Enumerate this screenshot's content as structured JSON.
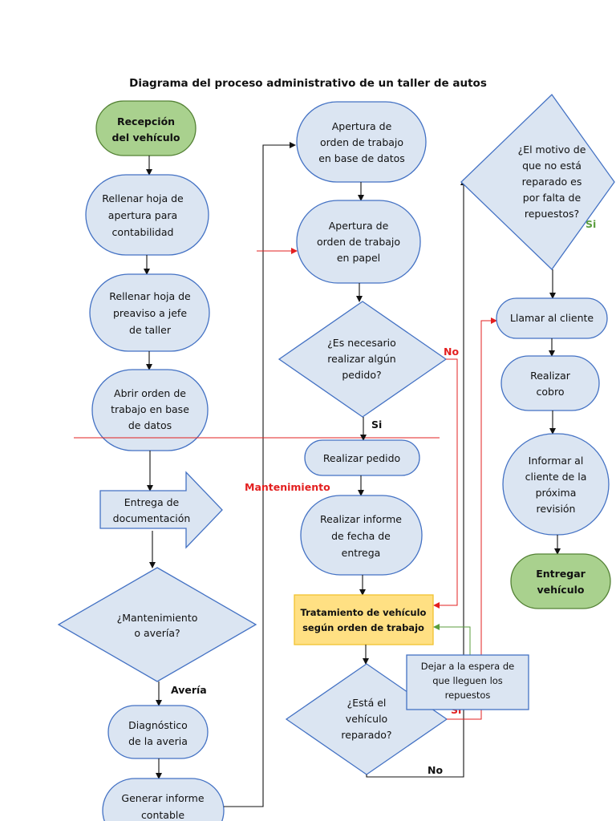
{
  "title": "Diagrama del proceso administrativo de un taller de autos",
  "nodes": {
    "recepcion": [
      "Recepción",
      "del vehículo"
    ],
    "hoja_apertura": [
      "Rellenar hoja de",
      "apertura para",
      "contabilidad"
    ],
    "hoja_preaviso": [
      "Rellenar hoja de",
      "preaviso a jefe",
      "de taller"
    ],
    "abrir_orden": [
      "Abrir orden de",
      "trabajo en base",
      "de datos"
    ],
    "entrega_doc": [
      "Entrega de",
      "documentación"
    ],
    "mant_averia": [
      "¿Mantenimiento",
      "o avería?"
    ],
    "diagnostico": [
      "Diagnóstico",
      "de la averia"
    ],
    "informe_contable": [
      "Generar informe",
      "contable"
    ],
    "apertura_bd": [
      "Apertura de",
      "orden de trabajo",
      "en base de datos"
    ],
    "apertura_papel": [
      "Apertura de",
      "orden de trabajo",
      "en papel"
    ],
    "pedido_q": [
      "¿Es necesario",
      "realizar algún",
      "pedido?"
    ],
    "realizar_pedido": [
      "Realizar pedido"
    ],
    "informe_fecha": [
      "Realizar informe",
      "de fecha de",
      "entrega"
    ],
    "tratamiento": [
      "Tratamiento de vehículo",
      "según orden de trabajo"
    ],
    "reparado_q": [
      "¿Está el",
      "vehículo",
      "reparado?"
    ],
    "espera": [
      "Dejar a la espera de",
      "que lleguen los",
      "repuestos"
    ],
    "motivo_q": [
      "¿El motivo de",
      "que no está",
      "reparado es",
      "por falta de",
      "repuestos?"
    ],
    "llamar": [
      "Llamar al cliente"
    ],
    "cobro": [
      "Realizar",
      "cobro"
    ],
    "informar": [
      "Informar al",
      "cliente de la",
      "próxima",
      "revisión"
    ],
    "entregar": [
      "Entregar",
      "vehículo"
    ]
  },
  "labels": {
    "averia": "Avería",
    "mantenimiento": "Mantenimiento",
    "no_pedido": "No",
    "si_pedido": "Si",
    "si_reparado": "Si",
    "no_reparado": "No",
    "si_motivo": "Si"
  },
  "colors": {
    "shape_fill": "#dbe5f2",
    "shape_stroke": "#4472c4",
    "green_fill": "#a9d18e",
    "yellow_fill": "#ffe083",
    "red": "#e32020",
    "green_line": "#5b9e3e"
  }
}
